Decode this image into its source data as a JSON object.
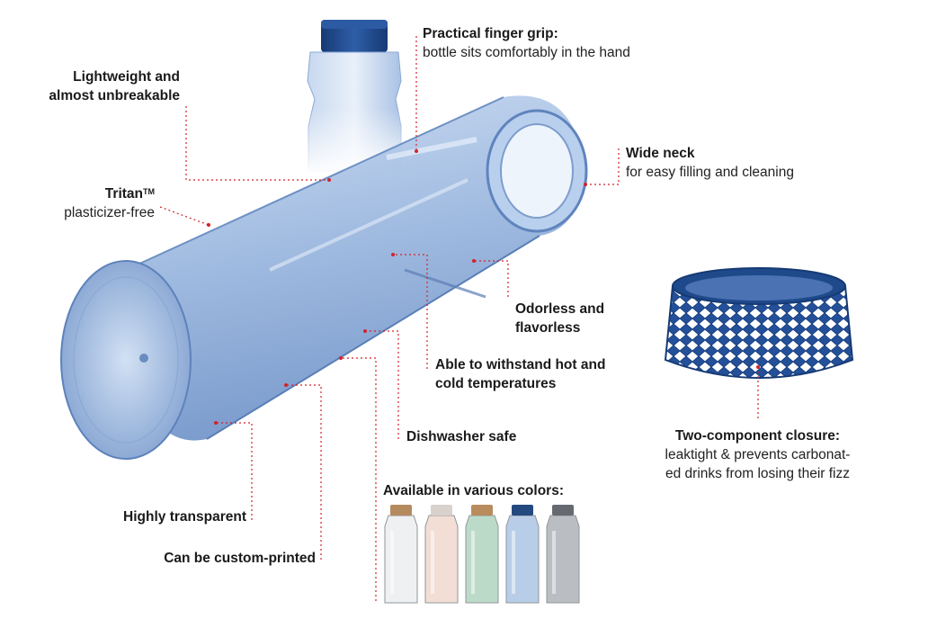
{
  "labels": {
    "grip_title": "Practical finger grip:",
    "grip_desc": "bottle sits comfortably in the hand",
    "light_1": "Lightweight and",
    "light_2": "almost unbreakable",
    "tritan_title": "Tritan",
    "tritan_tm": "TM",
    "tritan_desc": "plasticizer-free",
    "neck_title": "Wide neck",
    "neck_desc": "for easy filling and cleaning",
    "odor_1": "Odorless and",
    "odor_2": "flavorless",
    "temp_1": "Able to withstand hot and",
    "temp_2": "cold temperatures",
    "dish": "Dishwasher safe",
    "closure_title": "Two-component closure:",
    "closure_desc_1": "leaktight & prevents carbonat-",
    "closure_desc_2": "ed drinks from losing their fizz",
    "colors_title": "Available in various colors:",
    "transparent": "Highly transparent",
    "printed": "Can be custom-printed"
  },
  "colors": {
    "accent_line": "#d3232a",
    "bottle_body": "#9fbbe0",
    "bottle_edge": "#6a8fc4",
    "cap": "#1f4a8f"
  },
  "variants": [
    {
      "name": "clear",
      "cap": "#b48a5e",
      "body": "#eef0f2"
    },
    {
      "name": "rose",
      "cap": "#d9d2cc",
      "body": "#f2ddd3"
    },
    {
      "name": "green",
      "cap": "#b98c5d",
      "body": "#b9d9c6"
    },
    {
      "name": "blue",
      "cap": "#23497f",
      "body": "#b5cbe7"
    },
    {
      "name": "grey",
      "cap": "#666a70",
      "body": "#b7babf"
    }
  ]
}
